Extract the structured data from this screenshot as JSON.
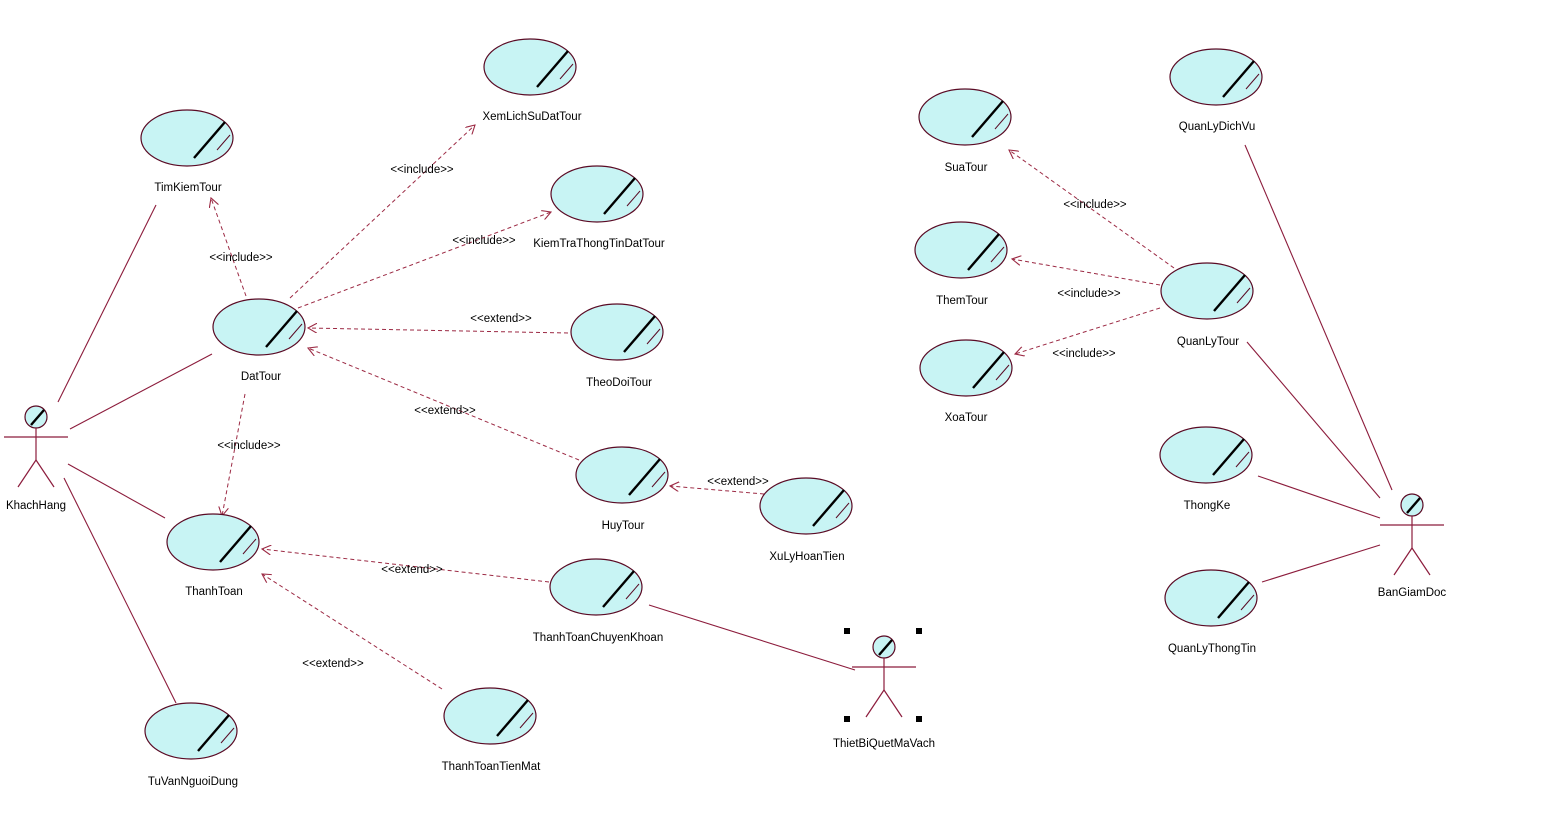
{
  "diagram": {
    "actors": [
      {
        "id": "khachhang",
        "label": "KhachHang"
      },
      {
        "id": "thietbi",
        "label": "ThietBiQuetMaVach",
        "selected": true
      },
      {
        "id": "bangiamdoc",
        "label": "BanGiamDoc"
      }
    ],
    "use_cases": [
      {
        "id": "timkiemtour",
        "label": "TimKiemTour"
      },
      {
        "id": "xemlichsu",
        "label": "XemLichSuDatTour"
      },
      {
        "id": "kiemtra",
        "label": "KiemTraThongTinDatTour"
      },
      {
        "id": "dattour",
        "label": "DatTour"
      },
      {
        "id": "theodoitour",
        "label": "TheoDoiTour"
      },
      {
        "id": "huytour",
        "label": "HuyTour"
      },
      {
        "id": "xulyhoantien",
        "label": "XuLyHoanTien"
      },
      {
        "id": "thanhtoan",
        "label": "ThanhToan"
      },
      {
        "id": "thanhtoanck",
        "label": "ThanhToanChuyenKhoan"
      },
      {
        "id": "thanhtoantm",
        "label": "ThanhToanTienMat"
      },
      {
        "id": "tuvan",
        "label": "TuVanNguoiDung"
      },
      {
        "id": "suatour",
        "label": "SuaTour"
      },
      {
        "id": "themtour",
        "label": "ThemTour"
      },
      {
        "id": "xoatour",
        "label": "XoaTour"
      },
      {
        "id": "quanlytour",
        "label": "QuanLyTour"
      },
      {
        "id": "quanlydichvu",
        "label": "QuanLyDichVu"
      },
      {
        "id": "thongke",
        "label": "ThongKe"
      },
      {
        "id": "quanlythongtin",
        "label": "QuanLyThongTin"
      }
    ],
    "associations": [
      [
        "khachhang",
        "timkiemtour"
      ],
      [
        "khachhang",
        "dattour"
      ],
      [
        "khachhang",
        "thanhtoan"
      ],
      [
        "khachhang",
        "tuvan"
      ],
      [
        "thanhtoanck",
        "thietbi"
      ],
      [
        "bangiamdoc",
        "quanlydichvu"
      ],
      [
        "bangiamdoc",
        "quanlytour"
      ],
      [
        "bangiamdoc",
        "thongke"
      ],
      [
        "bangiamdoc",
        "quanlythongtin"
      ]
    ],
    "dependencies": [
      {
        "from": "dattour",
        "to": "timkiemtour",
        "label": "<<include>>"
      },
      {
        "from": "dattour",
        "to": "xemlichsu",
        "label": "<<include>>"
      },
      {
        "from": "dattour",
        "to": "kiemtra",
        "label": "<<include>>"
      },
      {
        "from": "theodoitour",
        "to": "dattour",
        "label": "<<extend>>"
      },
      {
        "from": "huytour",
        "to": "dattour",
        "label": "<<extend>>"
      },
      {
        "from": "xulyhoantien",
        "to": "huytour",
        "label": "<<extend>>"
      },
      {
        "from": "dattour",
        "to": "thanhtoan",
        "label": "<<include>>"
      },
      {
        "from": "thanhtoanck",
        "to": "thanhtoan",
        "label": "<<extend>>"
      },
      {
        "from": "thanhtoantm",
        "to": "thanhtoan",
        "label": "<<extend>>"
      },
      {
        "from": "quanlytour",
        "to": "suatour",
        "label": "<<include>>"
      },
      {
        "from": "quanlytour",
        "to": "themtour",
        "label": "<<include>>"
      },
      {
        "from": "quanlytour",
        "to": "xoatour",
        "label": "<<include>>"
      }
    ]
  }
}
